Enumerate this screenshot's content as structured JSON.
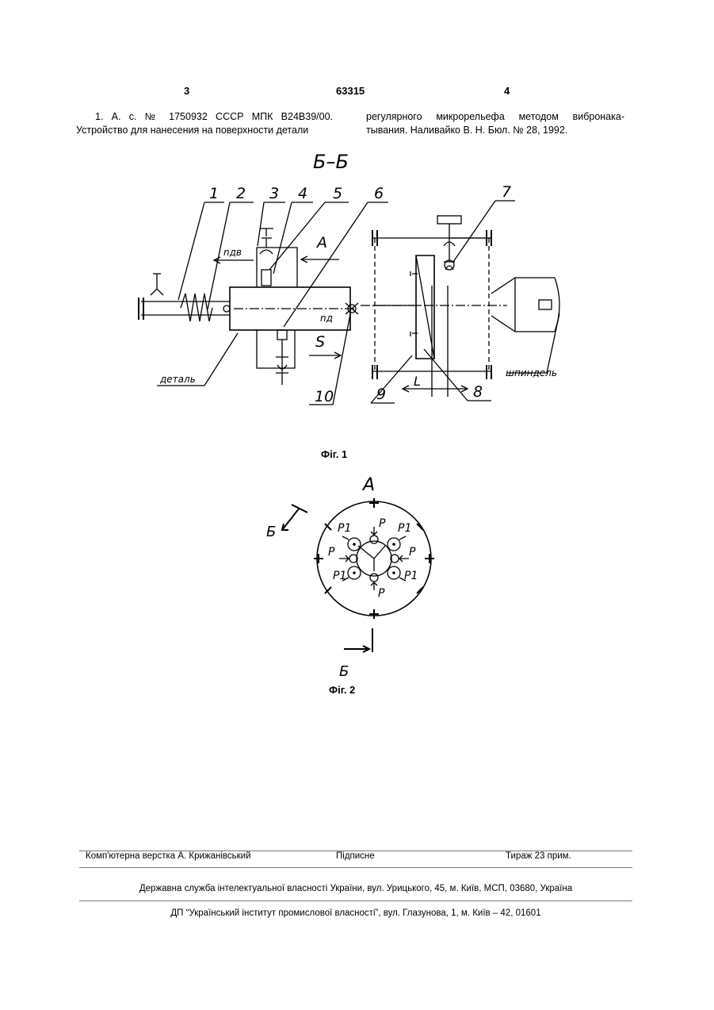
{
  "header": {
    "page_left": "3",
    "patent_number": "63315",
    "page_right": "4"
  },
  "references": {
    "col1_line1": "1. А. с. № 1750932 СССР МПК В24В39/00.",
    "col1_line2": "Устройство для нанесения на поверхности детали",
    "col2_line1": "регулярного микрорельефа методом вибронака-",
    "col2_line2": "тывания. Наливайко В. Н. Бюл. № 28, 1992."
  },
  "figure1": {
    "section_label": "Б–Б",
    "caption": "Фіг. 1",
    "callouts": [
      "1",
      "2",
      "3",
      "4",
      "5",
      "6",
      "7",
      "8",
      "9",
      "10"
    ],
    "n_dv": "nдв",
    "n_d": "nд",
    "arrow_A": "А",
    "feed_S": "S",
    "part_label": "деталь",
    "spindle_label": "шпиндель",
    "dim_L": "L"
  },
  "figure2": {
    "view_label": "А",
    "caption": "Фіг. 2",
    "section_mark": "Б",
    "force_P": "Р",
    "force_P1": "Р1"
  },
  "footer": {
    "layout_credit": "Комп'ютерна верстка А. Крижанівський",
    "subscription": "Підписне",
    "circulation": "Тираж 23 прим.",
    "publisher_line": "Державна служба інтелектуальної власності України, вул. Урицького, 45, м. Київ, МСП, 03680, Україна",
    "institute_line": "ДП “Український інститут промислової власності”, вул. Глазунова, 1, м. Київ – 42, 01601"
  }
}
